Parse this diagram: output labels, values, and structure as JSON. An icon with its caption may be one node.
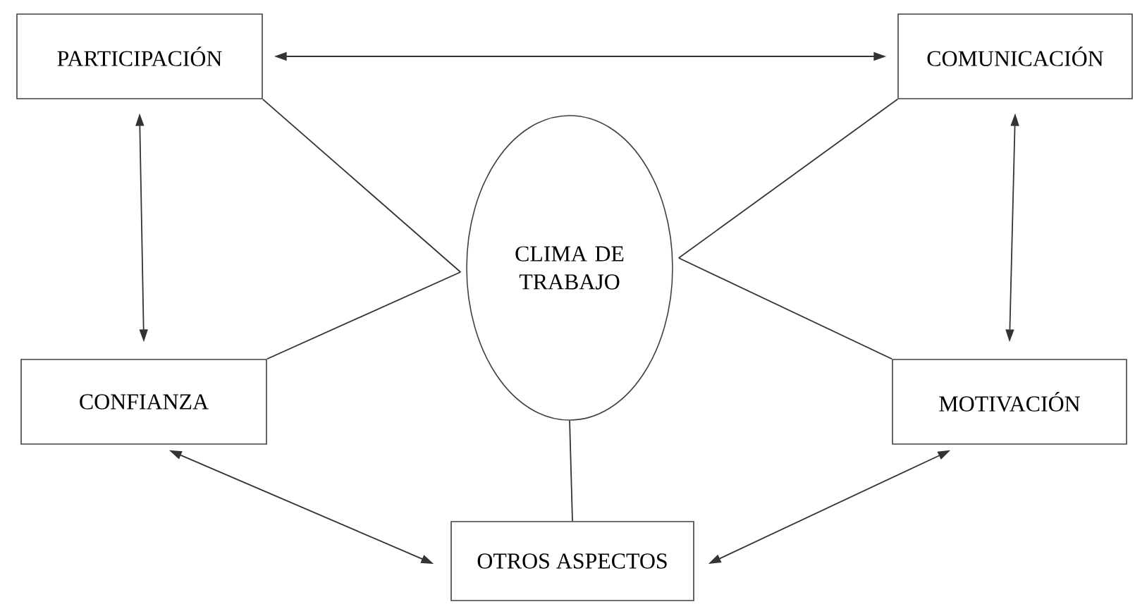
{
  "diagram": {
    "nodes": [
      {
        "text": [
          "PARTICIPACIÓN"
        ]
      },
      {
        "text": [
          "COMUNICACIÓN"
        ]
      },
      {
        "text": [
          "CLIMA DE TRABAJO"
        ]
      },
      {
        "text": [
          "CONFIANZA"
        ]
      },
      {
        "text": [
          "MOTIVACIÓN"
        ]
      },
      {
        "text": [
          "OTROS ASPECTOS"
        ]
      }
    ],
    "edges": [
      {
        "from": 0,
        "to": 1,
        "arrow": "both"
      },
      {
        "from": 0,
        "to": 3,
        "arrow": "both"
      },
      {
        "from": 1,
        "to": 4,
        "arrow": "both"
      },
      {
        "from": 3,
        "to": 5,
        "arrow": "both"
      },
      {
        "from": 4,
        "to": 5,
        "arrow": "both"
      },
      {
        "from": 0,
        "to": 2,
        "arrow": "none"
      },
      {
        "from": 1,
        "to": 2,
        "arrow": "none"
      },
      {
        "from": 3,
        "to": 2,
        "arrow": "none"
      },
      {
        "from": 4,
        "to": 2,
        "arrow": "none"
      },
      {
        "from": 2,
        "to": 5,
        "arrow": "none"
      }
    ]
  }
}
